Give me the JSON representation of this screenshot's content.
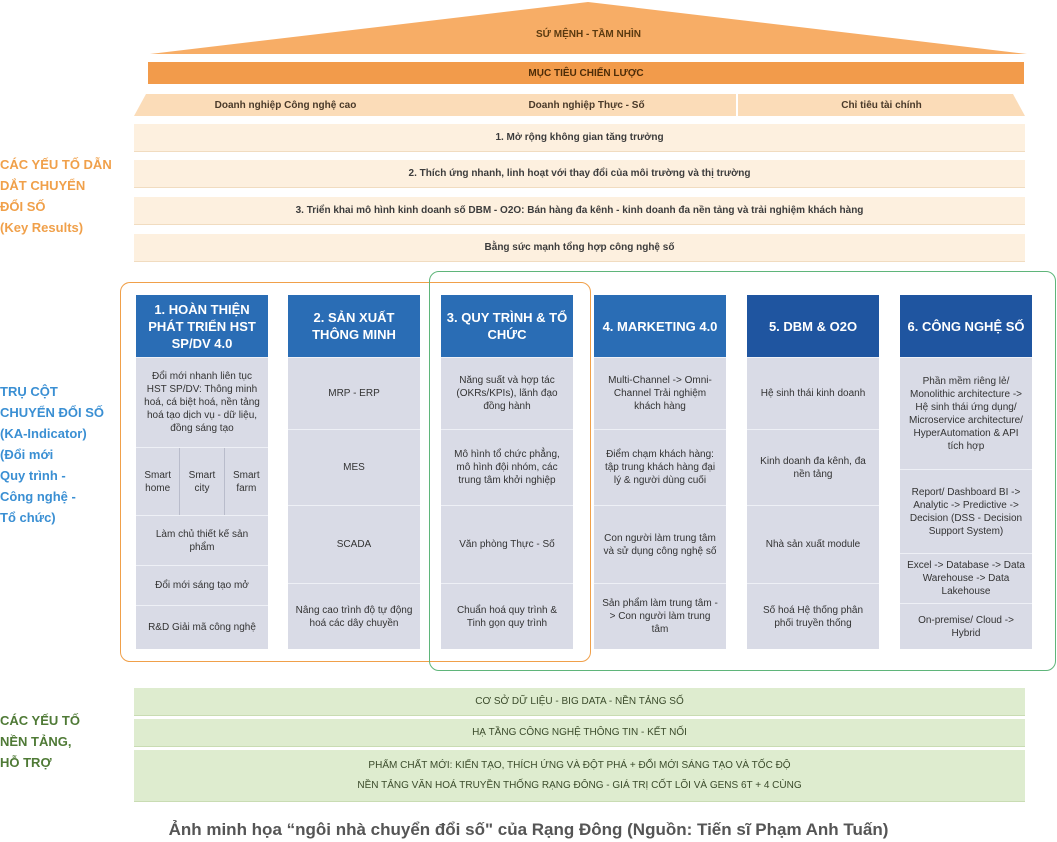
{
  "roof": {
    "title": "SỨ MỆNH - TẦM NHÌN"
  },
  "strategic_goal": "MỤC TIÊU CHIẾN LƯỢC",
  "targets": [
    "Doanh nghiệp Công nghệ cao",
    "Doanh nghiệp Thực - Số",
    "Chỉ tiêu tài chính"
  ],
  "key_results": [
    "1. Mở rộng không gian tăng trưởng",
    "2. Thích ứng nhanh, linh hoạt với thay đổi của môi trường và thị trường",
    "3. Triển khai mô hình kinh doanh số DBM - O2O: Bán hàng đa kênh - kinh doanh đa nền tảng và trải nghiệm khách hàng",
    "Bằng sức mạnh tổng hợp công nghệ số"
  ],
  "side_labels": {
    "drivers": [
      "CÁC YẾU TỐ DẪN",
      "DẮT CHUYỂN",
      "ĐỔI SỐ",
      "(Key Results)"
    ],
    "pillars": [
      "TRỤ CỘT",
      "CHUYỂN ĐỔI SỐ",
      "(KA-Indicator)",
      "(Đổi mới",
      "Quy trình -",
      "Công nghệ -",
      "Tổ chức)"
    ],
    "foundation": [
      "CÁC YẾU TỐ",
      "NỀN TẢNG,",
      "HỖ TRỢ"
    ]
  },
  "pillars": [
    {
      "title": "1. HOÀN THIỆN PHÁT TRIỂN HST SP/DV 4.0",
      "cells": [
        "Đổi mới nhanh liên tục HST SP/DV: Thông minh hoá, cá biệt hoá, nền tảng hoá tạo dịch vụ - dữ liệu, đồng sáng tạo",
        [
          "Smart home",
          "Smart city",
          "Smart farm"
        ],
        "Làm chủ thiết kế sản phẩm",
        "Đổi mới sáng tạo mở",
        "R&D Giải mã công nghệ"
      ]
    },
    {
      "title": "2. SẢN XUẤT THÔNG MINH",
      "cells": [
        "MRP - ERP",
        "MES",
        "SCADA",
        "Nâng cao trình độ tự động hoá các dây chuyền"
      ]
    },
    {
      "title": "3. QUY TRÌNH & TỔ CHỨC",
      "cells": [
        "Năng suất và hợp tác (OKRs/KPIs), lãnh đạo đồng hành",
        "Mô hình tổ chức phẳng, mô hình đội nhóm, các trung tâm khởi nghiệp",
        "Văn phòng Thực - Số",
        "Chuẩn hoá quy trình & Tinh gọn quy trình"
      ]
    },
    {
      "title": "4. MARKETING 4.0",
      "cells": [
        "Multi-Channel -> Omni-Channel Trải nghiệm khách hàng",
        "Điểm chạm khách hàng: tập trung khách hàng đại lý & người dùng cuối",
        "Con người làm trung tâm và sử dụng công nghệ số",
        "Sản phẩm làm trung tâm -> Con người làm trung tâm"
      ]
    },
    {
      "title": "5. DBM & O2O",
      "cells": [
        "Hệ sinh thái kinh doanh",
        "Kinh doanh đa kênh, đa nền tảng",
        "Nhà sản xuất module",
        "Số hoá Hệ thống phân phối truyền thống"
      ]
    },
    {
      "title": "6. CÔNG NGHỆ SỐ",
      "cells": [
        "Phần mềm riêng lẻ/ Monolithic architecture -> Hệ sinh thái ứng dụng/ Microservice architecture/ HyperAutomation & API tích hợp",
        "Report/ Dashboard BI -> Analytic -> Predictive -> Decision (DSS - Decision Support System)",
        "Excel -> Database -> Data Warehouse -> Data Lakehouse",
        "On-premise/ Cloud -> Hybrid"
      ]
    }
  ],
  "foundation": [
    "CƠ SỞ DỮ LIỆU - BIG DATA - NỀN TẢNG SỐ",
    "HẠ TẦNG CÔNG NGHỆ THÔNG TIN - KẾT NỐI",
    "PHẨM CHẤT MỚI: KIẾN TẠO, THÍCH ỨNG VÀ ĐỘT PHÁ + ĐỔI MỚI SÁNG TẠO VÀ TỐC ĐỘ",
    "NỀN TẢNG VĂN HOÁ TRUYỀN THỐNG RẠNG ĐÔNG - GIÁ TRỊ CỐT LÕI VÀ GENS 6T + 4 CÙNG"
  ],
  "caption": "Ảnh minh họa “ngôi nhà chuyển đổi số\" của Rạng Đông (Nguồn: Tiến sĩ Phạm Anh Tuấn)",
  "colors": {
    "roof": "#f7ad66",
    "goal": "#f29b4b",
    "pillar_head": "#2a6db5",
    "pillar_body": "#d9dbe6",
    "foundation": "#deeccf"
  }
}
